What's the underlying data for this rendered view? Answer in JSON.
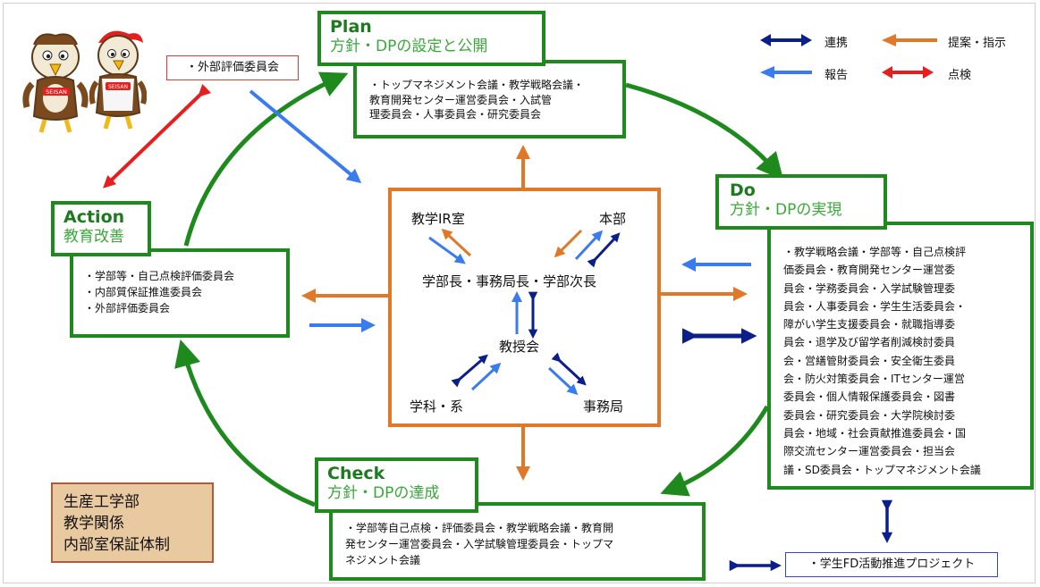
{
  "plan": {
    "title_en": "Plan",
    "title_jp": "方針・DPの設定と公開",
    "lines": [
      "・トップマネジメント会議・教学戦略会議・",
      "教育開発センター運営委員会・入試管",
      "理委員会・人事委員会・研究委員会"
    ]
  },
  "do": {
    "title_en": "Do",
    "title_jp": "方針・DPの実現",
    "lines": [
      "・教学戦略会議・学部等・自己点検評",
      "価委員会・教育開発センター運営委",
      "員会・学務委員会・入学試験管理委",
      "員会・人事委員会・学生生活委員会・",
      "障がい学生支援委員会・就職指導委",
      "員会・退学及び留学者削減検討委員",
      "会・営繕管財委員会・安全衛生委員",
      "会・防火対策委員会・ITセンター運営",
      "委員会・個人情報保護委員会・図書",
      "委員会・研究委員会・大学院検討委",
      "員会・地域・社会貢献推進委員会・国",
      "際交流センター運営委員会・担当会",
      "議・SD委員会・トップマネジメント会議"
    ]
  },
  "action": {
    "title_en": "Action",
    "title_jp": "教育改善",
    "lines": [
      "・学部等・自己点検評価委員会",
      "・内部質保証推進委員会",
      "・外部評価委員会"
    ]
  },
  "check": {
    "title_en": "Check",
    "title_jp": "方針・DPの達成",
    "lines": [
      "・学部等自己点検・評価委員会・教学戦略会議・教育開",
      "発センター運営委員会・入学試験管理委員会・トップマ",
      "ネジメント会議"
    ]
  },
  "center": {
    "ir_office": "教学IR室",
    "headquarters": "本部",
    "deans": "学部長・事務局長・学部次長",
    "faculty_council": "教授会",
    "departments": "学科・系",
    "admin_office": "事務局"
  },
  "external_committee": "・外部評価委員会",
  "student_fd": "・学生FD活動推進プロジェクト",
  "system_title": [
    "生産工学部",
    "教学関係",
    "内部室保証体制"
  ],
  "legend": {
    "cooperation": "連携",
    "proposal": "提案・指示",
    "report": "報告",
    "inspection": "点検"
  },
  "mascot_badge": "SEISAN",
  "colors": {
    "green": "#1e8a1e",
    "orange": "#e0782a",
    "blue": "#3a7cf0",
    "navy": "#0a1f8a",
    "red": "#e81e1e"
  }
}
